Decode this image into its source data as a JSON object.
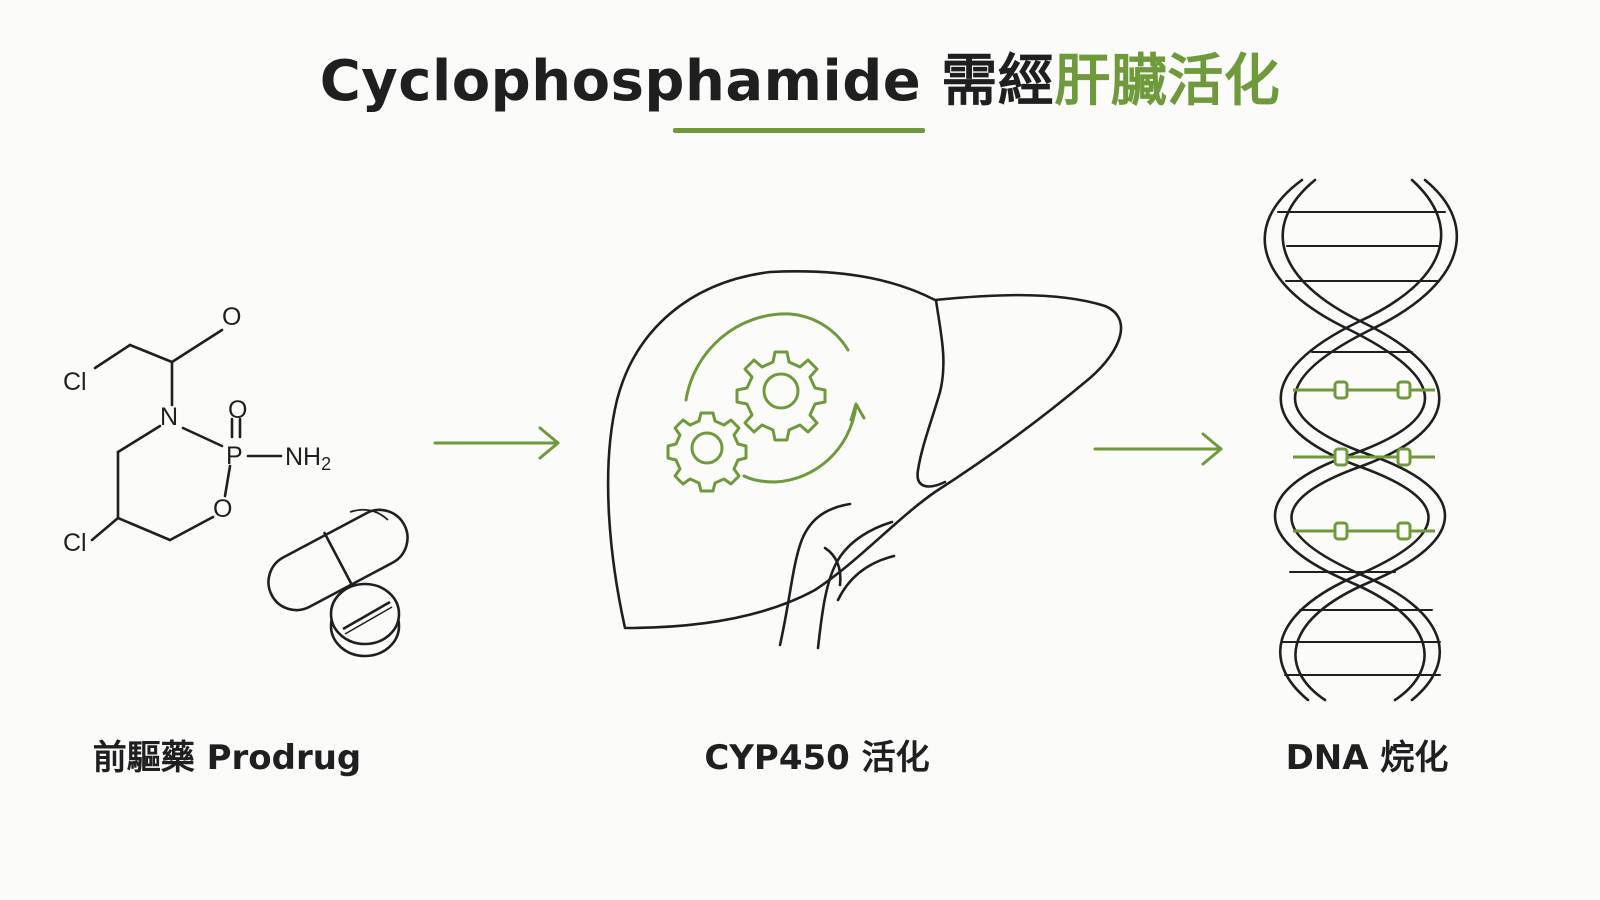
{
  "title": {
    "main": "Cyclophosphamide 需經",
    "accent": "肝臟活化"
  },
  "molecule": {
    "cl_top": "Cl",
    "cl_bottom": "Cl",
    "o_carbonyl": "O",
    "n": "N",
    "p": "P",
    "o_double": "O",
    "nh2": "NH",
    "nh2_sub": "2",
    "o_ring": "O"
  },
  "captions": {
    "prodrug": "前驅藥 Prodrug",
    "cyp450": "CYP450 活化",
    "dna": "DNA 烷化"
  },
  "colors": {
    "accent": "#6f9a3c",
    "ink": "#1f1f1f"
  }
}
